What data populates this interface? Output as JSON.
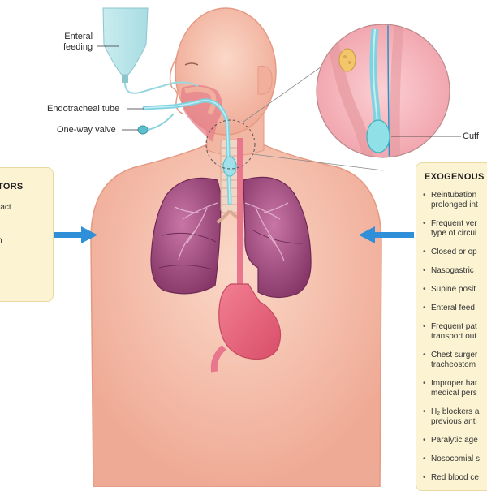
{
  "labels": {
    "enteral_feeding": "Enteral\nfeeding",
    "endotracheal_tube": "Endotracheal tube",
    "one_way_valve": "One-way valve",
    "cuff": "Cuff"
  },
  "left_box": {
    "title": "TORS",
    "items": [
      "ract",
      "n",
      ")"
    ]
  },
  "right_box": {
    "title": "EXOGENOUS",
    "items": [
      "Reintubation\nprolonged int",
      "Frequent ver\ntype of circui",
      "Closed or op",
      "Nasogastric",
      "Supine posit",
      "Enteral feed",
      "Frequent pat\ntransport out",
      "Chest surger\ntracheostom",
      "Improper har\nmedical pers",
      "H₂ blockers a\nprevious anti",
      "Paralytic age",
      "Nosocomial s",
      "Red blood ce"
    ]
  },
  "colors": {
    "skin": "#f6c3b0",
    "skin_dark": "#eba48e",
    "lung": "#a4487e",
    "arrow": "#2f8fd8",
    "panel": "#fbf3d2",
    "tube": "#7fd3e0"
  }
}
